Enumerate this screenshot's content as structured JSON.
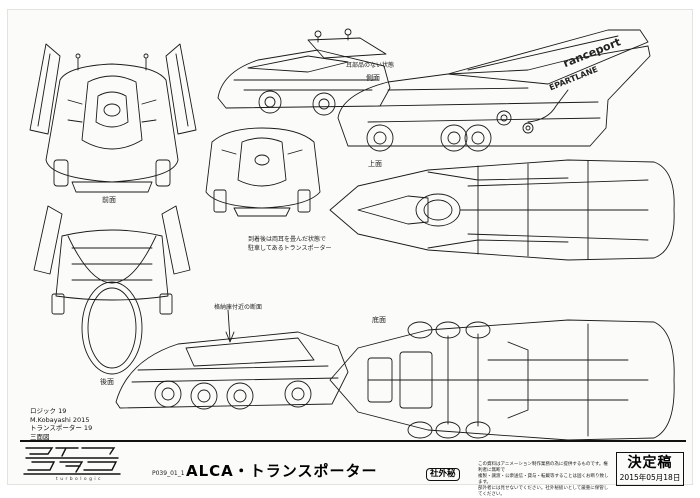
{
  "labels": {
    "front": "前面",
    "rear": "後面",
    "side": "側面",
    "top": "上面",
    "bottom": "底面",
    "no_ears": "耳部品のない状態",
    "folded_note_1": "到着後は両耳を畳んだ状態で",
    "folded_note_2": "駐車してあるトランスポーター",
    "section_note": "格納庫付近の断面"
  },
  "livery": {
    "brand": "ranceport",
    "brand_line2": "EPARTLANE"
  },
  "credits": {
    "line1": "ロジック 19",
    "line2": "M.Kobayashi 2015",
    "line3": "トランスポーター 19",
    "line4": "三面図"
  },
  "footer": {
    "logo_sub": "t u r b o   l o g i c",
    "page_code": "P039_01_1",
    "title": "ALCA・トランスポーター",
    "confidential": "社外秘",
    "disclaimer_1": "この資料はアニメーション制作業務の為に提供するものです。権利者に無断で",
    "disclaimer_2": "複製・譲渡・公衆送信・貸与・転載等することは固くお断り致します。",
    "disclaimer_3": "部外者には見せないでください。社外秘扱いとして厳重に保管してください。",
    "final_title": "決定稿",
    "final_date": "2015年05月18日"
  }
}
